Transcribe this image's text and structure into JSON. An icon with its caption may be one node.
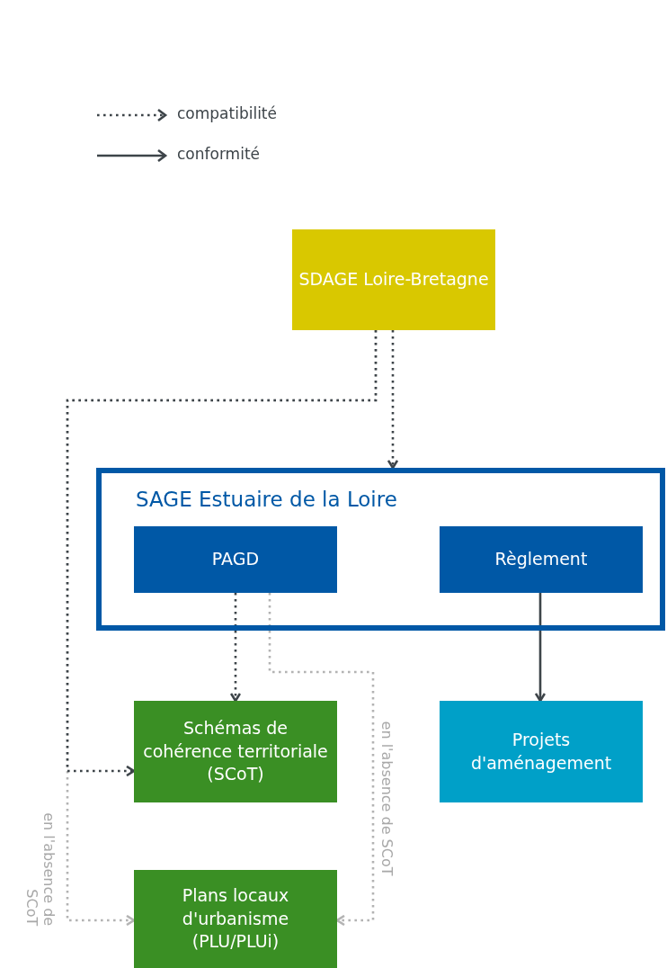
{
  "diagram": {
    "nodes": [
      {
        "text": [
          "SDAGE Loire-Bretagne"
        ]
      },
      {
        "text": [
          "SAGE Estuaire de la Loire"
        ]
      },
      {
        "text": [
          "PAGD"
        ],
        "in": 1
      },
      {
        "text": [
          "Règlement"
        ],
        "in": 1
      },
      {
        "text": [
          "Schémas de cohérence territoriale (SCoT)"
        ]
      },
      {
        "text": [
          "Projets d'aménagement"
        ]
      },
      {
        "text": [
          "Plans locaux d'urbanisme (PLU/PLUi)"
        ]
      }
    ],
    "edges": [
      {
        "from": 0,
        "to": 1,
        "arrow": "to",
        "style": "dashed"
      },
      {
        "from": 0,
        "to": 6,
        "arrow": "to",
        "style": "dashed",
        "color": "#b3b3b3",
        "label": "en l'absence de SCoT"
      },
      {
        "from": 0,
        "to": 4,
        "arrow": "to",
        "style": "dashed"
      },
      {
        "from": 2,
        "to": 4,
        "arrow": "to",
        "style": "dashed"
      },
      {
        "from": 3,
        "to": 5,
        "arrow": "to"
      },
      {
        "from": 2,
        "to": 6,
        "arrow": "to",
        "style": "dashed",
        "color": "#b3b3b3",
        "label": "en l'absence de SCoT"
      }
    ],
    "legend": [
      {
        "text": "compatibilité"
      },
      {
        "text": "conformité"
      }
    ]
  }
}
